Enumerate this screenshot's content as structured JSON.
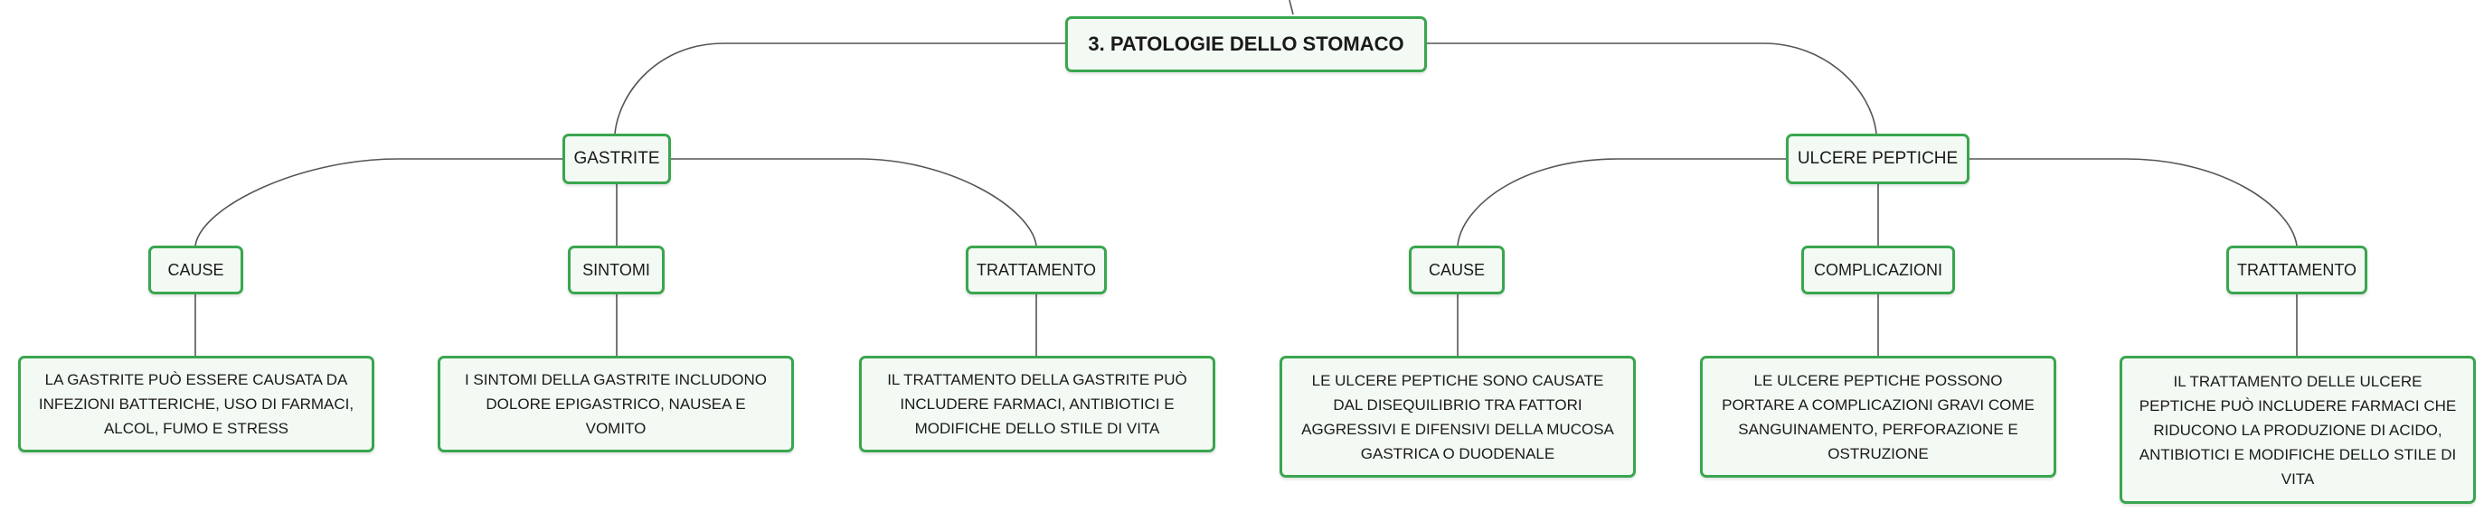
{
  "colors": {
    "border": "#3aa64f",
    "fill": "#f3faf4",
    "line": "#555555"
  },
  "root": {
    "label": "3. PATOLOGIE DELLO STOMACO"
  },
  "branches": [
    {
      "label": "GASTRITE",
      "children": [
        {
          "label": "CAUSE",
          "detail": "LA GASTRITE PUÒ ESSERE CAUSATA DA INFEZIONI BATTERICHE, USO DI FARMACI, ALCOL, FUMO E STRESS"
        },
        {
          "label": "SINTOMI",
          "detail": "I SINTOMI DELLA GASTRITE INCLUDONO DOLORE EPIGASTRICO, NAUSEA E VOMITO"
        },
        {
          "label": "TRATTAMENTO",
          "detail": "IL TRATTAMENTO DELLA GASTRITE PUÒ INCLUDERE FARMACI, ANTIBIOTICI E MODIFICHE DELLO STILE DI VITA"
        }
      ]
    },
    {
      "label": "ULCERE PEPTICHE",
      "children": [
        {
          "label": "CAUSE",
          "detail": "LE ULCERE PEPTICHE SONO CAUSATE DAL DISEQUILIBRIO TRA FATTORI AGGRESSIVI E DIFENSIVI DELLA MUCOSA GASTRICA O DUODENALE"
        },
        {
          "label": "COMPLICAZIONI",
          "detail": "LE ULCERE PEPTICHE POSSONO PORTARE A COMPLICAZIONI GRAVI COME SANGUINAMENTO, PERFORAZIONE E OSTRUZIONE"
        },
        {
          "label": "TRATTAMENTO",
          "detail": "IL TRATTAMENTO DELLE ULCERE PEPTICHE PUÒ INCLUDERE FARMACI CHE RIDUCONO LA PRODUZIONE DI ACIDO, ANTIBIOTICI E MODIFICHE DELLO STILE DI VITA"
        }
      ]
    }
  ]
}
